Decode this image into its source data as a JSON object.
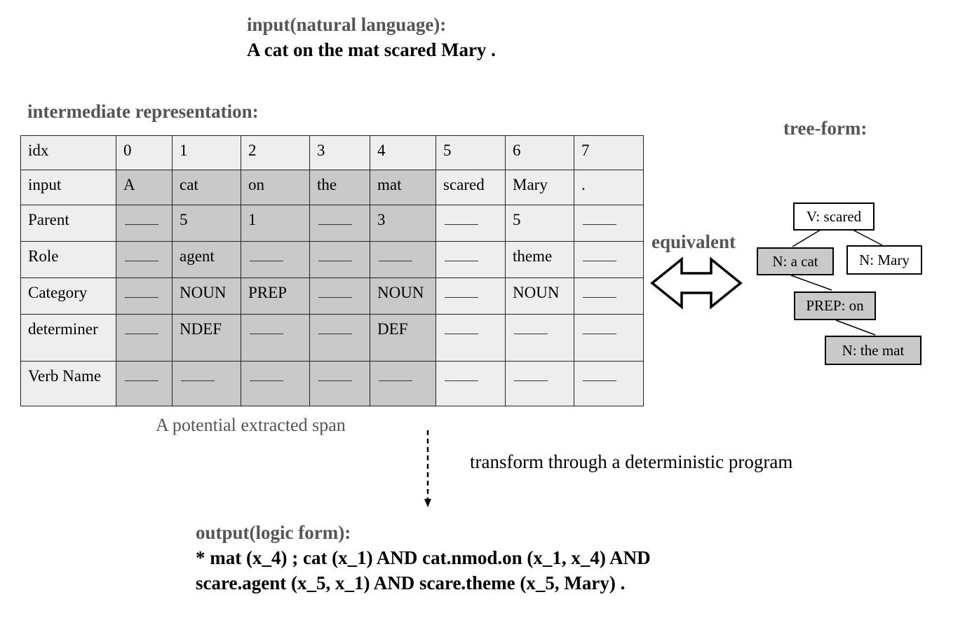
{
  "input_section": {
    "heading": "input(natural language):",
    "sentence": "A cat on the mat scared Mary ."
  },
  "intermediate": {
    "heading": "intermediate representation:",
    "span_caption": "A potential extracted span",
    "rows": [
      {
        "label": "idx",
        "cells": [
          "0",
          "1",
          "2",
          "3",
          "4",
          "5",
          "6",
          "7"
        ]
      },
      {
        "label": "input",
        "cells": [
          "A",
          "cat",
          "on",
          "the",
          "mat",
          "scared",
          "Mary",
          "."
        ]
      },
      {
        "label": "Parent",
        "cells": [
          "—",
          "5",
          "1",
          "—",
          "3",
          "—",
          "5",
          "—"
        ]
      },
      {
        "label": "Role",
        "cells": [
          "—",
          "agent",
          "—",
          "—",
          "—",
          "—",
          "theme",
          "—"
        ]
      },
      {
        "label": "Category",
        "cells": [
          "—",
          "NOUN",
          "PREP",
          "—",
          "NOUN",
          "—",
          "NOUN",
          "—"
        ]
      },
      {
        "label": "determiner",
        "cells": [
          "—",
          "NDEF",
          "—",
          "—",
          "DEF",
          "—",
          "—",
          "—"
        ]
      },
      {
        "label": "Verb Name",
        "cells": [
          "—",
          "—",
          "—",
          "—",
          "—",
          "—",
          "—",
          "—"
        ]
      }
    ]
  },
  "equivalent_label": "equivalent",
  "tree": {
    "heading": "tree-form:",
    "nodes": {
      "root": "V: scared",
      "cat": "N: a cat",
      "mary": "N: Mary",
      "prep": "PREP: on",
      "mat": "N: the mat"
    }
  },
  "transform_label": "transform through a deterministic program",
  "output_section": {
    "heading": "output(logic form):",
    "line1": "* mat (x_4) ; cat (x_1) AND cat.nmod.on (x_1, x_4) AND",
    "line2": "scare.agent (x_5, x_1) AND scare.theme (x_5, Mary) ."
  }
}
